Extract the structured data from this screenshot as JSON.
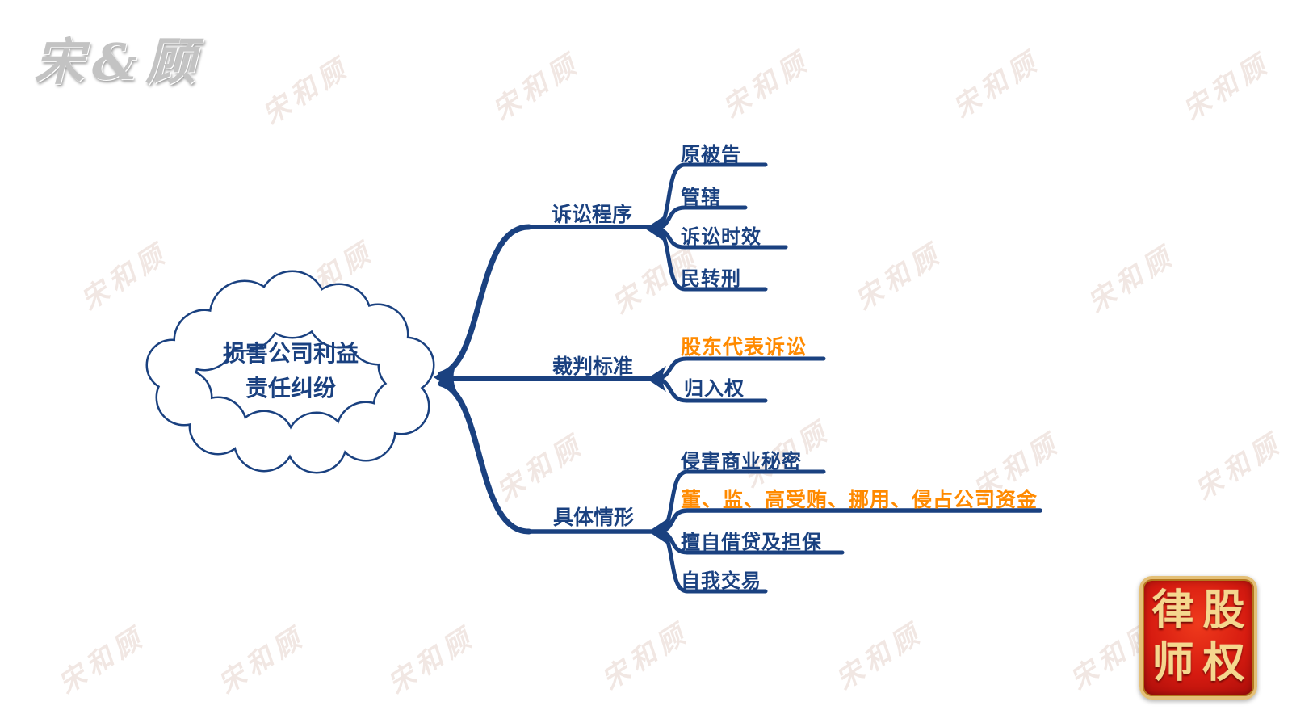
{
  "brand": {
    "logo_text": "宋&顾"
  },
  "watermark": {
    "tile_text": "宋和顾"
  },
  "mindmap": {
    "root": {
      "line1": "损害公司利益",
      "line2": "责任纠纷"
    },
    "branches": [
      {
        "label": "诉讼程序",
        "children": [
          {
            "label": "原被告"
          },
          {
            "label": "管辖"
          },
          {
            "label": "诉讼时效"
          },
          {
            "label": "民转刑"
          }
        ]
      },
      {
        "label": "裁判标准",
        "children": [
          {
            "label": "股东代表诉讼",
            "highlight": true
          },
          {
            "label": "归入权"
          }
        ]
      },
      {
        "label": "具体情形",
        "children": [
          {
            "label": "侵害商业秘密"
          },
          {
            "label": "董、监、高受贿、挪用、侵占公司资金",
            "highlight": true
          },
          {
            "label": "擅自借贷及担保"
          },
          {
            "label": "自我交易"
          }
        ]
      }
    ]
  },
  "seal": {
    "char_tl": "律",
    "char_tr": "股",
    "char_bl": "师",
    "char_br": "权"
  },
  "colors": {
    "line_navy": "#1a4180",
    "highlight_orange": "#ff8a00",
    "watermark_pink": "#f1e7e3",
    "seal_red": "#d61b10",
    "seal_gold": "#e4c077"
  }
}
